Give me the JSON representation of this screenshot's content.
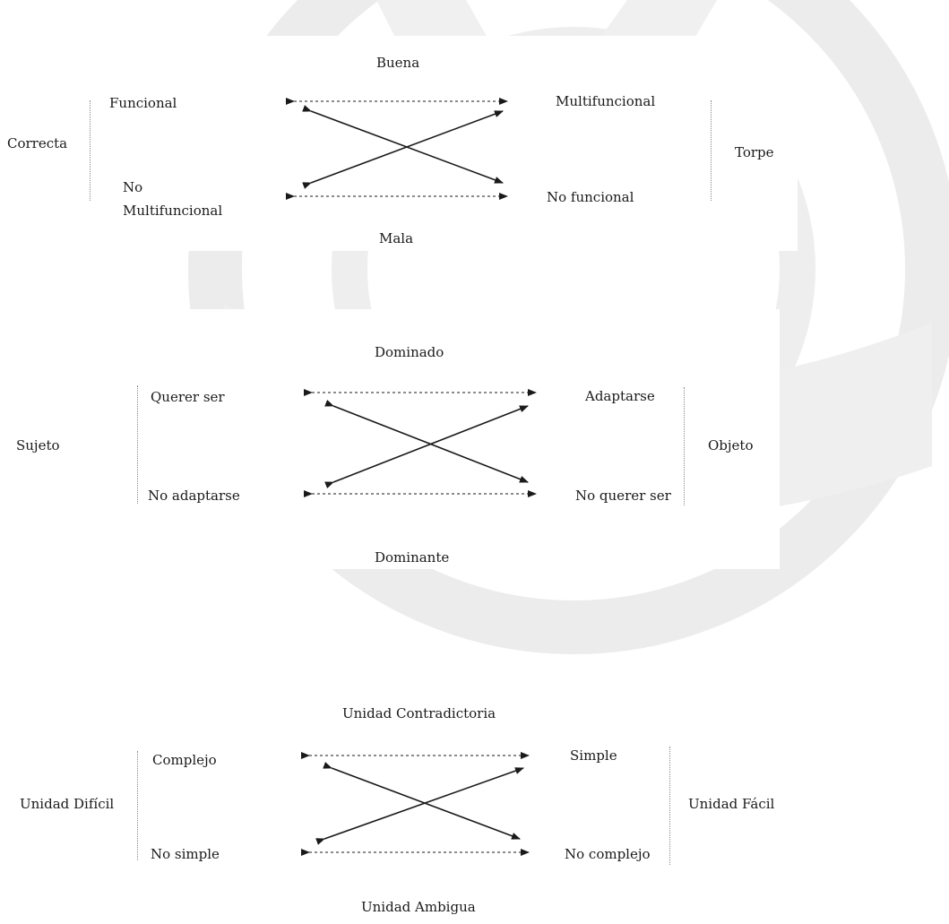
{
  "colors": {
    "watermark": "#ececec",
    "ink": "#1a1a1a"
  },
  "diagrams": [
    {
      "top": "Buena",
      "bottom": "Mala",
      "left_group": "Correcta",
      "right_group": "Torpe",
      "top_left": "Funcional",
      "top_right": "Multifuncional",
      "bottom_left": "No Multifuncional",
      "bottom_right": "No funcional"
    },
    {
      "top": "Dominado",
      "bottom": "Dominante",
      "left_group": "Sujeto",
      "right_group": "Objeto",
      "top_left": "Querer ser",
      "top_right": "Adaptarse",
      "bottom_left": "No adaptarse",
      "bottom_right": "No querer ser"
    },
    {
      "top": "Unidad Contradictoria",
      "bottom": "Unidad Ambigua",
      "left_group": "Unidad Difícil",
      "right_group": "Unidad Fácil",
      "top_left": "Complejo",
      "top_right": "Simple",
      "bottom_left": "No simple",
      "bottom_right": "No complejo"
    }
  ]
}
